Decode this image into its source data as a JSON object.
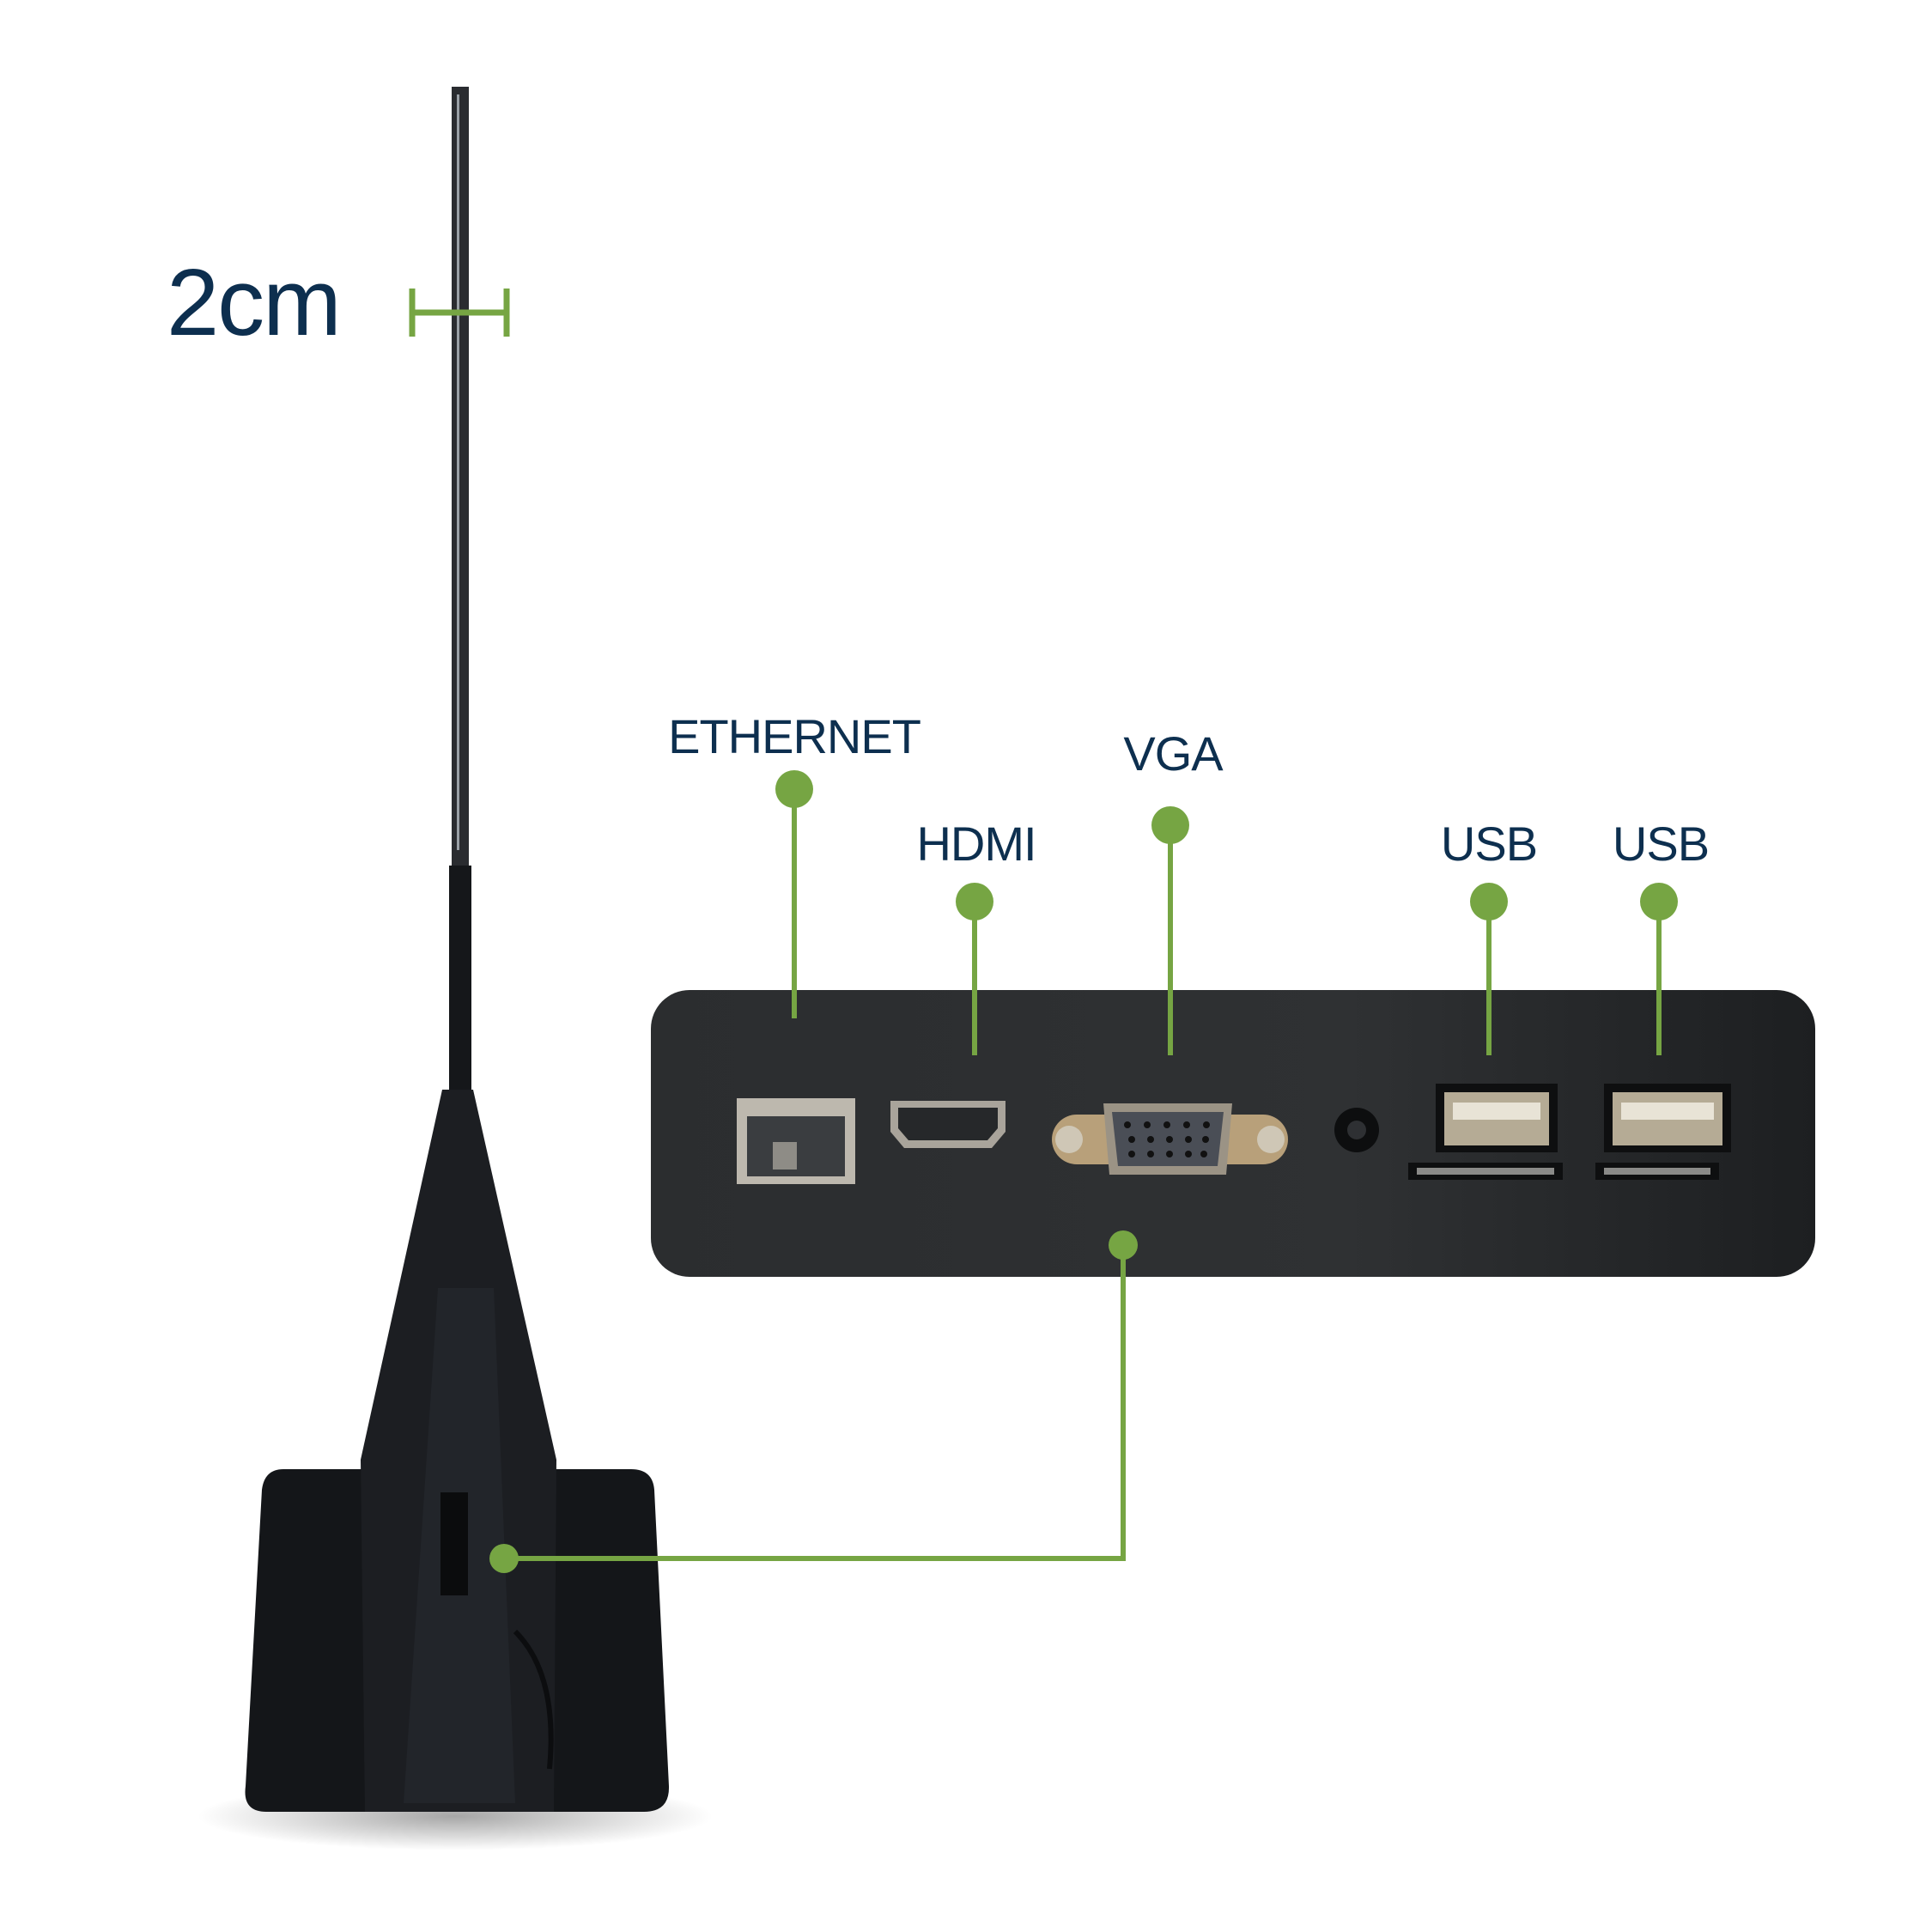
{
  "dimension": {
    "label": "2cm"
  },
  "ports": [
    {
      "label": "ETHERNET"
    },
    {
      "label": "HDMI"
    },
    {
      "label": "VGA"
    },
    {
      "label": "USB"
    },
    {
      "label": "USB"
    }
  ],
  "colors": {
    "accent": "#76a543",
    "text": "#0d2f4f",
    "device": "#17191c",
    "panel": "#2a2c2e"
  }
}
